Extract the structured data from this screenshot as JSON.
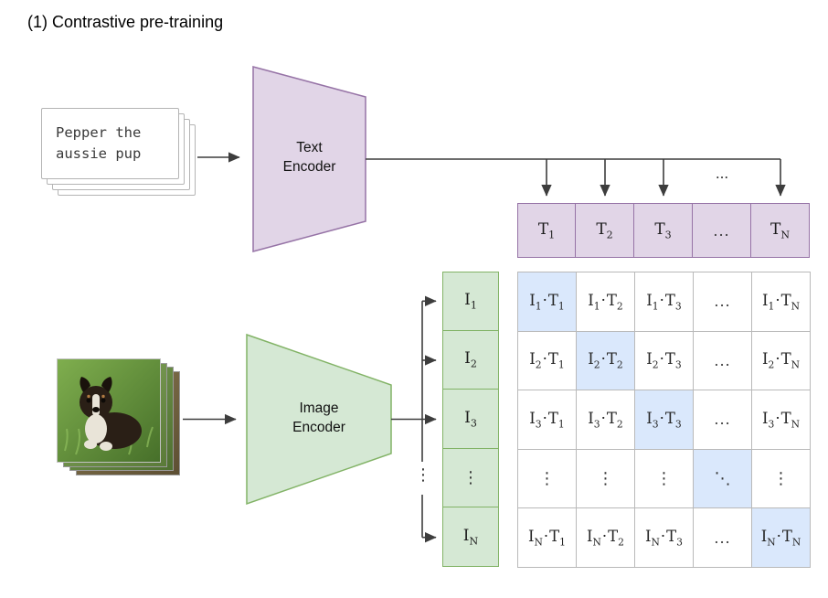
{
  "title": "(1) Contrastive pre-training",
  "text_input": {
    "line1": "Pepper the",
    "line2": "aussie pup"
  },
  "encoders": {
    "text": {
      "line1": "Text",
      "line2": "Encoder"
    },
    "image": {
      "line1": "Image",
      "line2": "Encoder"
    }
  },
  "symbols": {
    "i": "I",
    "t": "T",
    "dot": "·",
    "hdots": "...",
    "vdots": "⋮",
    "ddots": "⋱"
  },
  "text_embeddings": {
    "cells": [
      {
        "base": "T",
        "sub": "1"
      },
      {
        "base": "T",
        "sub": "2"
      },
      {
        "base": "T",
        "sub": "3"
      },
      {
        "dots": "..."
      },
      {
        "base": "T",
        "sub": "N"
      }
    ]
  },
  "image_embeddings": {
    "cells": [
      {
        "base": "I",
        "sub": "1"
      },
      {
        "base": "I",
        "sub": "2"
      },
      {
        "base": "I",
        "sub": "3"
      },
      {
        "dots": "⋮"
      },
      {
        "base": "I",
        "sub": "N"
      }
    ]
  },
  "matrix": {
    "rows": [
      {
        "cells": [
          {
            "i": "1",
            "t": "1",
            "hl": true
          },
          {
            "i": "1",
            "t": "2"
          },
          {
            "i": "1",
            "t": "3"
          },
          {
            "dots": "..."
          },
          {
            "i": "1",
            "t": "N"
          }
        ]
      },
      {
        "cells": [
          {
            "i": "2",
            "t": "1"
          },
          {
            "i": "2",
            "t": "2",
            "hl": true
          },
          {
            "i": "2",
            "t": "3"
          },
          {
            "dots": "..."
          },
          {
            "i": "2",
            "t": "N"
          }
        ]
      },
      {
        "cells": [
          {
            "i": "3",
            "t": "1"
          },
          {
            "i": "3",
            "t": "2"
          },
          {
            "i": "3",
            "t": "3",
            "hl": true
          },
          {
            "dots": "..."
          },
          {
            "i": "3",
            "t": "N"
          }
        ]
      },
      {
        "cells": [
          {
            "dots": "⋮"
          },
          {
            "dots": "⋮"
          },
          {
            "dots": "⋮"
          },
          {
            "dots": "⋱",
            "hl": true
          },
          {
            "dots": "⋮"
          }
        ]
      },
      {
        "cells": [
          {
            "i": "N",
            "t": "1"
          },
          {
            "i": "N",
            "t": "2"
          },
          {
            "i": "N",
            "t": "3"
          },
          {
            "dots": "..."
          },
          {
            "i": "N",
            "t": "N",
            "hl": true
          }
        ]
      }
    ]
  },
  "colors": {
    "purple_fill": "#E1D5E7",
    "purple_stroke": "#9673A6",
    "green_fill": "#D5E8D4",
    "green_stroke": "#82B366",
    "highlight_fill": "#DAE8FC",
    "grid_line": "#B9B9B9",
    "arrow": "#3D3D3D"
  }
}
